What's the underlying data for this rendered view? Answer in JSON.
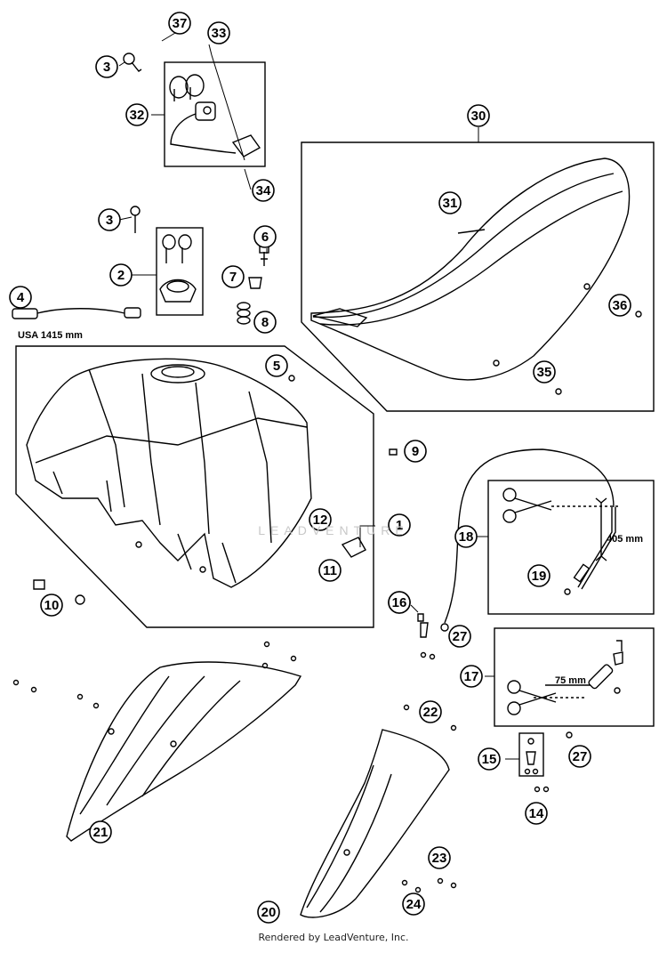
{
  "callouts": [
    "1",
    "2",
    "3",
    "3",
    "4",
    "5",
    "6",
    "7",
    "8",
    "9",
    "10",
    "11",
    "12",
    "14",
    "15",
    "16",
    "16",
    "17",
    "18",
    "19",
    "20",
    "21",
    "22",
    "23",
    "24",
    "27",
    "27",
    "30",
    "31",
    "32",
    "33",
    "34",
    "35",
    "36",
    "37"
  ],
  "dimensions": {
    "usa_length": "USA 1415 mm",
    "hose_length": "405 mm",
    "trim_length": "75 mm"
  },
  "watermark": "LEADVENTURE",
  "footer": "Rendered by LeadVenture, Inc."
}
